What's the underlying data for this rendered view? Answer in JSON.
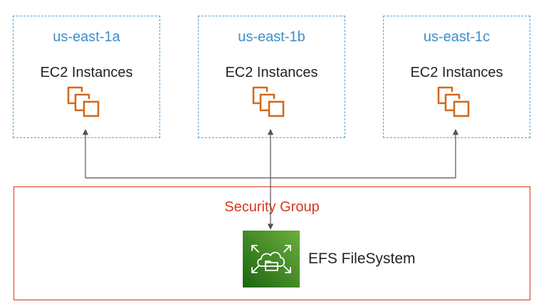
{
  "zones": [
    {
      "name": "us-east-1a",
      "instances_label": "EC2 Instances"
    },
    {
      "name": "us-east-1b",
      "instances_label": "EC2 Instances"
    },
    {
      "name": "us-east-1c",
      "instances_label": "EC2 Instances"
    }
  ],
  "security_group": {
    "label": "Security Group",
    "filesystem_label": "EFS FileSystem"
  },
  "icons": {
    "ec2": "ec2-instances-icon",
    "efs": "efs-filesystem-icon"
  },
  "colors": {
    "zone_border": "#5aa0cc",
    "zone_label": "#3d8fc6",
    "ec2_icon": "#d4691c",
    "security_group": "#d8361e",
    "efs_icon_bg": "#3f8624",
    "connector": "#555555"
  }
}
